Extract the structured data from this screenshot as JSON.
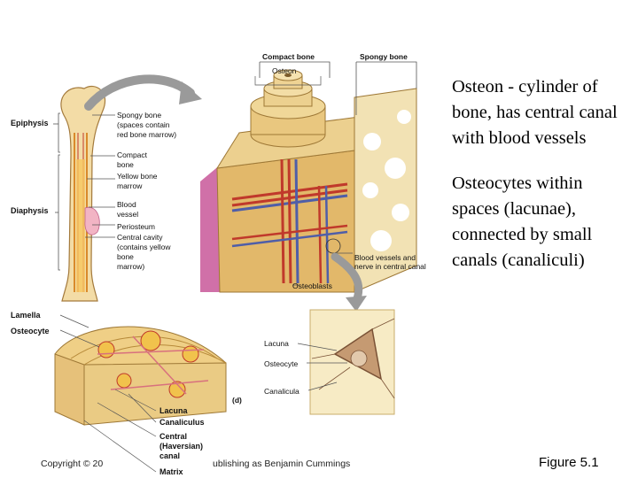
{
  "bullets": [
    "Osteon - cylinder of bone, has central canal with blood vessels",
    "Osteocytes within spaces (lacunae), connected by small canals (canaliculi)"
  ],
  "footer": {
    "copyright": "Copyright © 20",
    "publisher": "ublishing as Benjamin Cummings",
    "figure": "Figure 5.1"
  },
  "labels": {
    "compact_bone_top": "Compact bone",
    "spongy_bone_top": "Spongy bone",
    "osteon": "Osteon",
    "epiphysis": "Epiphysis",
    "diaphysis": "Diaphysis",
    "spongy_bone_left": [
      "Spongy bone",
      "(spaces contain",
      "red bone marrow)"
    ],
    "compact_bone_left": [
      "Compact",
      "bone"
    ],
    "yellow_marrow": [
      "Yellow bone",
      "marrow"
    ],
    "blood_vessel": [
      "Blood",
      "vessel"
    ],
    "periosteum": "Periosteum",
    "central_cavity": [
      "Central cavity",
      "(contains yellow",
      "bone",
      "marrow)"
    ],
    "vessels_nerve": [
      "Blood vessels and",
      "nerve in central canal"
    ],
    "osteoblasts": "Osteoblasts",
    "lamella": "Lamella",
    "osteocyte_left": "Osteocyte",
    "lacuna_right": "Lacuna",
    "osteocyte_right": "Osteocyte",
    "canalicula_right": "Canalicula",
    "panel_d": "(d)",
    "lacuna_bottom": "Lacuna",
    "canaliculus": "Canaliculus",
    "central_canal": [
      "Central",
      "(Haversian)",
      "canal"
    ],
    "matrix": "Matrix"
  }
}
